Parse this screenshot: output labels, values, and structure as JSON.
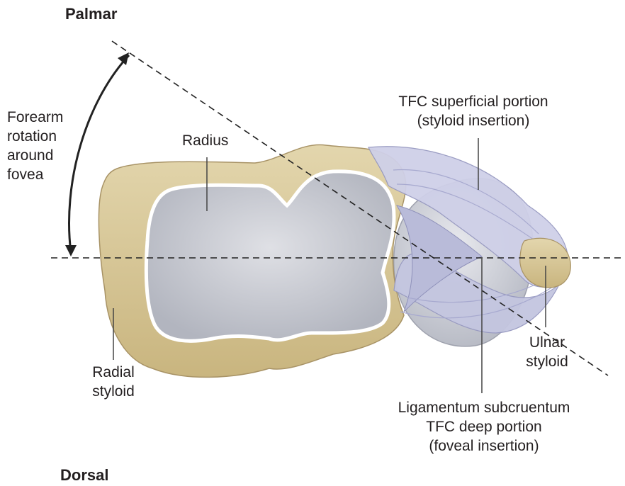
{
  "orientation": {
    "top": "Palmar",
    "bottom": "Dorsal"
  },
  "labels": {
    "forearm_rotation": [
      "Forearm",
      "rotation",
      "around",
      "fovea"
    ],
    "radius": "Radius",
    "tfc_superficial": [
      "TFC superficial portion",
      "(styloid insertion)"
    ],
    "radial_styloid": [
      "Radial",
      "styloid"
    ],
    "ulnar_styloid": [
      "Ulnar",
      "styloid"
    ],
    "tfc_deep": [
      "Ligamentum subcruentum",
      "TFC deep portion",
      "(foveal insertion)"
    ]
  },
  "colors": {
    "bone": "#d9c99a",
    "articular_surface": "#c9cbd2",
    "ligament": "#c4c6e0",
    "ulnar_head": "#d6d8df",
    "text": "#231f20"
  }
}
